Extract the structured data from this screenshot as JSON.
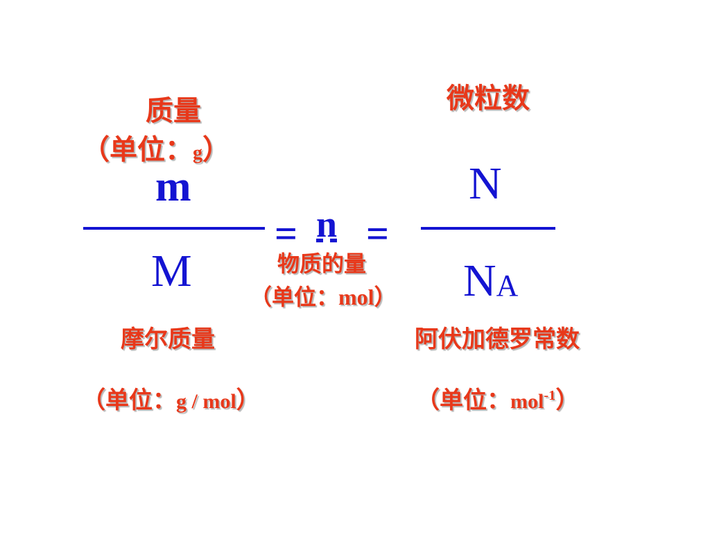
{
  "left": {
    "label": "质量",
    "unit_open": "（单位：",
    "unit_value": "g",
    "unit_close": "）",
    "numerator": "m",
    "denominator": "M",
    "denominator_label": "摩尔质量",
    "denominator_unit_open": "（单位：",
    "denominator_unit_value": "g / mol",
    "denominator_unit_close": "）"
  },
  "center": {
    "equals_left": "=",
    "variable": "n",
    "equals_right": "=",
    "label": "物质的量",
    "unit_open": "（单位：",
    "unit_value": "mol",
    "unit_close": "）"
  },
  "right": {
    "label": "微粒数",
    "numerator": "N",
    "denominator_main": "N",
    "denominator_sub": "A",
    "denominator_label": "阿伏加德罗常数",
    "unit_open": "（单位：",
    "unit_value": "mol",
    "unit_exp": "-1",
    "unit_close": "）"
  },
  "colors": {
    "label": "#e8381a",
    "formula": "#1414d2"
  }
}
